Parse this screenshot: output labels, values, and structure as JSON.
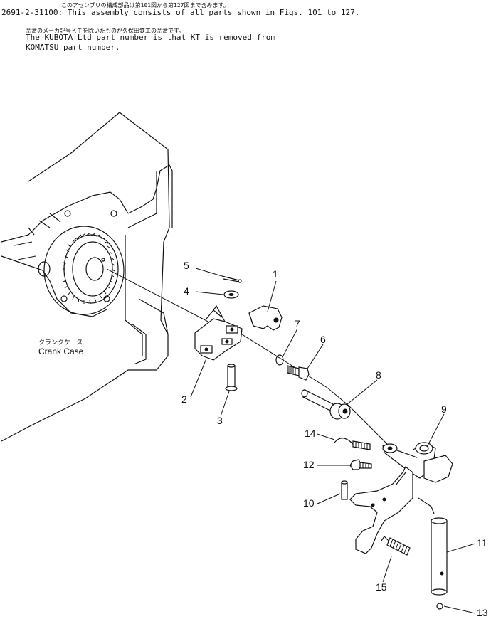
{
  "header": {
    "line1_jp": "このアセンブリの構成部品は第101図から第127図まで含みます。",
    "line1_en": "2691-2-31100: This assembly consists of all parts shown in Figs. 101 to 127.",
    "line2_jp": "品番のメーカ記号ＫＴを除いたものが久保田鉄工の品番です。",
    "line2_en": "The KUBOTA Ltd part number is that KT is removed from",
    "line3_en": "KOMATSU part number."
  },
  "crank_case": {
    "label_jp": "クランクケース",
    "label_en": "Crank Case"
  },
  "callouts": {
    "c1": "1",
    "c2": "2",
    "c3": "3",
    "c4": "4",
    "c5": "5",
    "c6": "6",
    "c7": "7",
    "c8": "8",
    "c9": "9",
    "c10": "10",
    "c11": "11",
    "c12": "12",
    "c13": "13",
    "c14": "14",
    "c15": "15"
  }
}
